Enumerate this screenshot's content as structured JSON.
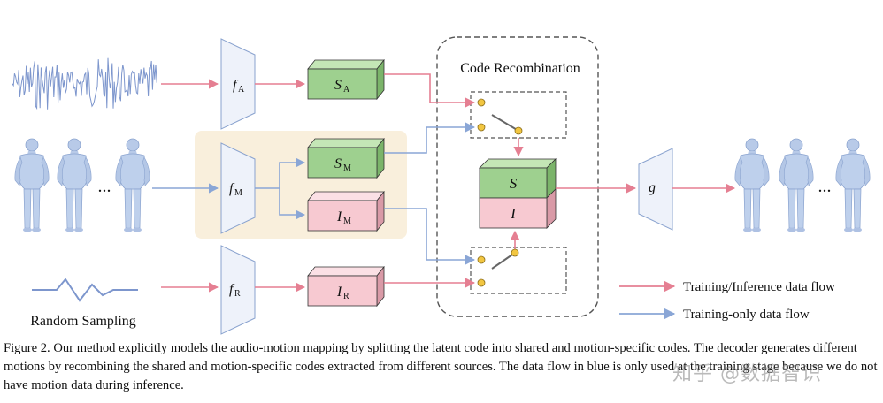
{
  "encoders": {
    "audio": {
      "main": "f",
      "sub": "A"
    },
    "motion": {
      "main": "f",
      "sub": "M"
    },
    "random": {
      "main": "f",
      "sub": "R"
    }
  },
  "codes": {
    "shared_audio": {
      "main": "S",
      "sub": "A"
    },
    "shared_motion": {
      "main": "S",
      "sub": "M"
    },
    "specific_motion": {
      "main": "I",
      "sub": "M"
    },
    "specific_random": {
      "main": "I",
      "sub": "R"
    },
    "shared": "S",
    "specific": "I"
  },
  "decoder": "g",
  "recombination_label": "Code Recombination",
  "random_label": "Random Sampling",
  "ellipsis": "...",
  "legend": {
    "train_inference": "Training/Inference data flow",
    "train_only": "Training-only data flow"
  },
  "caption": "Figure 2. Our method explicitly models the audio-motion mapping by splitting the latent code into shared and motion-specific codes. The decoder generates different motions by recombining the shared and motion-specific codes extracted from different sources. The data flow in blue is only used at the training stage because we do not have motion data during inference.",
  "watermark": "知乎 @数据智识",
  "colors": {
    "red_flow": "#e57f92",
    "blue_flow": "#8aa6d6",
    "green_box": "#9ed08f",
    "pink_box": "#f7c9d1",
    "encoder_fill": "#eef2fa",
    "highlight": "#f9efdc",
    "switch_dot": "#f2c641"
  }
}
